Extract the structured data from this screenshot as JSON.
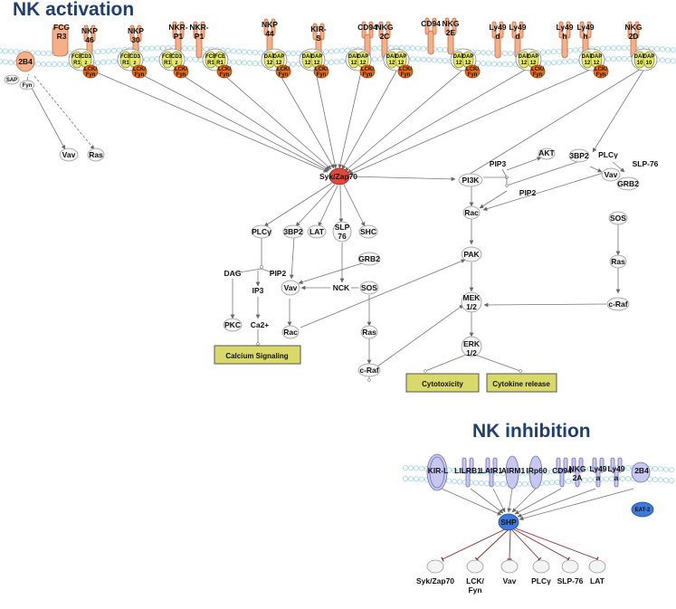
{
  "titles": {
    "activation": "NK activation",
    "inhibition": "NK inhibition"
  },
  "colors": {
    "title": "#1f3f73",
    "membrane": "#a8d8ea",
    "receptor_orange": "#f5b08a",
    "adaptor_yellow": "#e3e86a",
    "kinase_orange": "#e46a17",
    "syk_red": "#e0483a",
    "shp_blue": "#3e78d8",
    "inhibitory_receptor": "#c7c7f0",
    "output_box": "#d9d96a",
    "inhibitory_edge": "#8b2a2a"
  },
  "activation_receptors": [
    "2B4",
    "FCG R3",
    "NKP 46",
    "NKP 30",
    "NKR- P1",
    "NKR- P1",
    "NKP 44",
    "KIR- S",
    "CD94",
    "NKG 2C",
    "CD94",
    "NKG 2E",
    "Ly49 d",
    "Ly49 d",
    "Ly49 h",
    "Ly49 h",
    "NKG 2D"
  ],
  "adaptors": {
    "sap": "SAP",
    "fyn": "Fyn",
    "fcer1": "FCE R1",
    "cd3z": "CD3 z",
    "dap12": "DAP 12",
    "dap10": "DAP 10",
    "lck_fyn": "LCK/ Fyn"
  },
  "nodes": {
    "vav_left": "Vav",
    "ras_left": "Ras",
    "syk": "Syk/Zap70",
    "pi3k": "PI3K",
    "pip3": "PIP3",
    "akt": "AKT",
    "pip2_right": "PIP2",
    "bp2_right": "3BP2",
    "plcg_right": "PLCγ",
    "slp76_right": "SLP-76",
    "vav_right": "Vav",
    "grb2_right": "GRB2",
    "rac_right": "Rac",
    "sos_right": "SOS",
    "ras_right": "Ras",
    "craf_right": "c-Raf",
    "pak": "PAK",
    "mek": "MEK 1/2",
    "erk": "ERK 1/2",
    "plcg": "PLCγ",
    "bp2": "3BP2",
    "lat": "LAT",
    "slp76": "SLP 76",
    "shc": "SHC",
    "dag": "DAG",
    "pip2": "PIP2",
    "ip3": "IP3",
    "pkc": "PKC",
    "ca": "Ca2+",
    "grb2": "GRB2",
    "vav": "Vav",
    "nck": "NCK",
    "sos": "SOS",
    "rac": "Rac",
    "ras": "Ras",
    "craf": "c-Raf"
  },
  "outputs": {
    "calcium": "Calcium Signaling",
    "cytotoxicity": "Cytotoxicity",
    "cytokine": "Cytokine release"
  },
  "inhibition": {
    "receptors": [
      "KIR-L",
      "LILRB1",
      "LAIR1",
      "AIRM1",
      "IRp60",
      "CD94",
      "NKG 2A",
      "Ly49 a",
      "Ly49 a",
      "2B4"
    ],
    "eat2": "EAT-2",
    "shp": "SHP",
    "targets": [
      "Syk/Zap70",
      "LCK/ Fyn",
      "Vav",
      "PLCγ",
      "SLP-76",
      "LAT"
    ]
  }
}
